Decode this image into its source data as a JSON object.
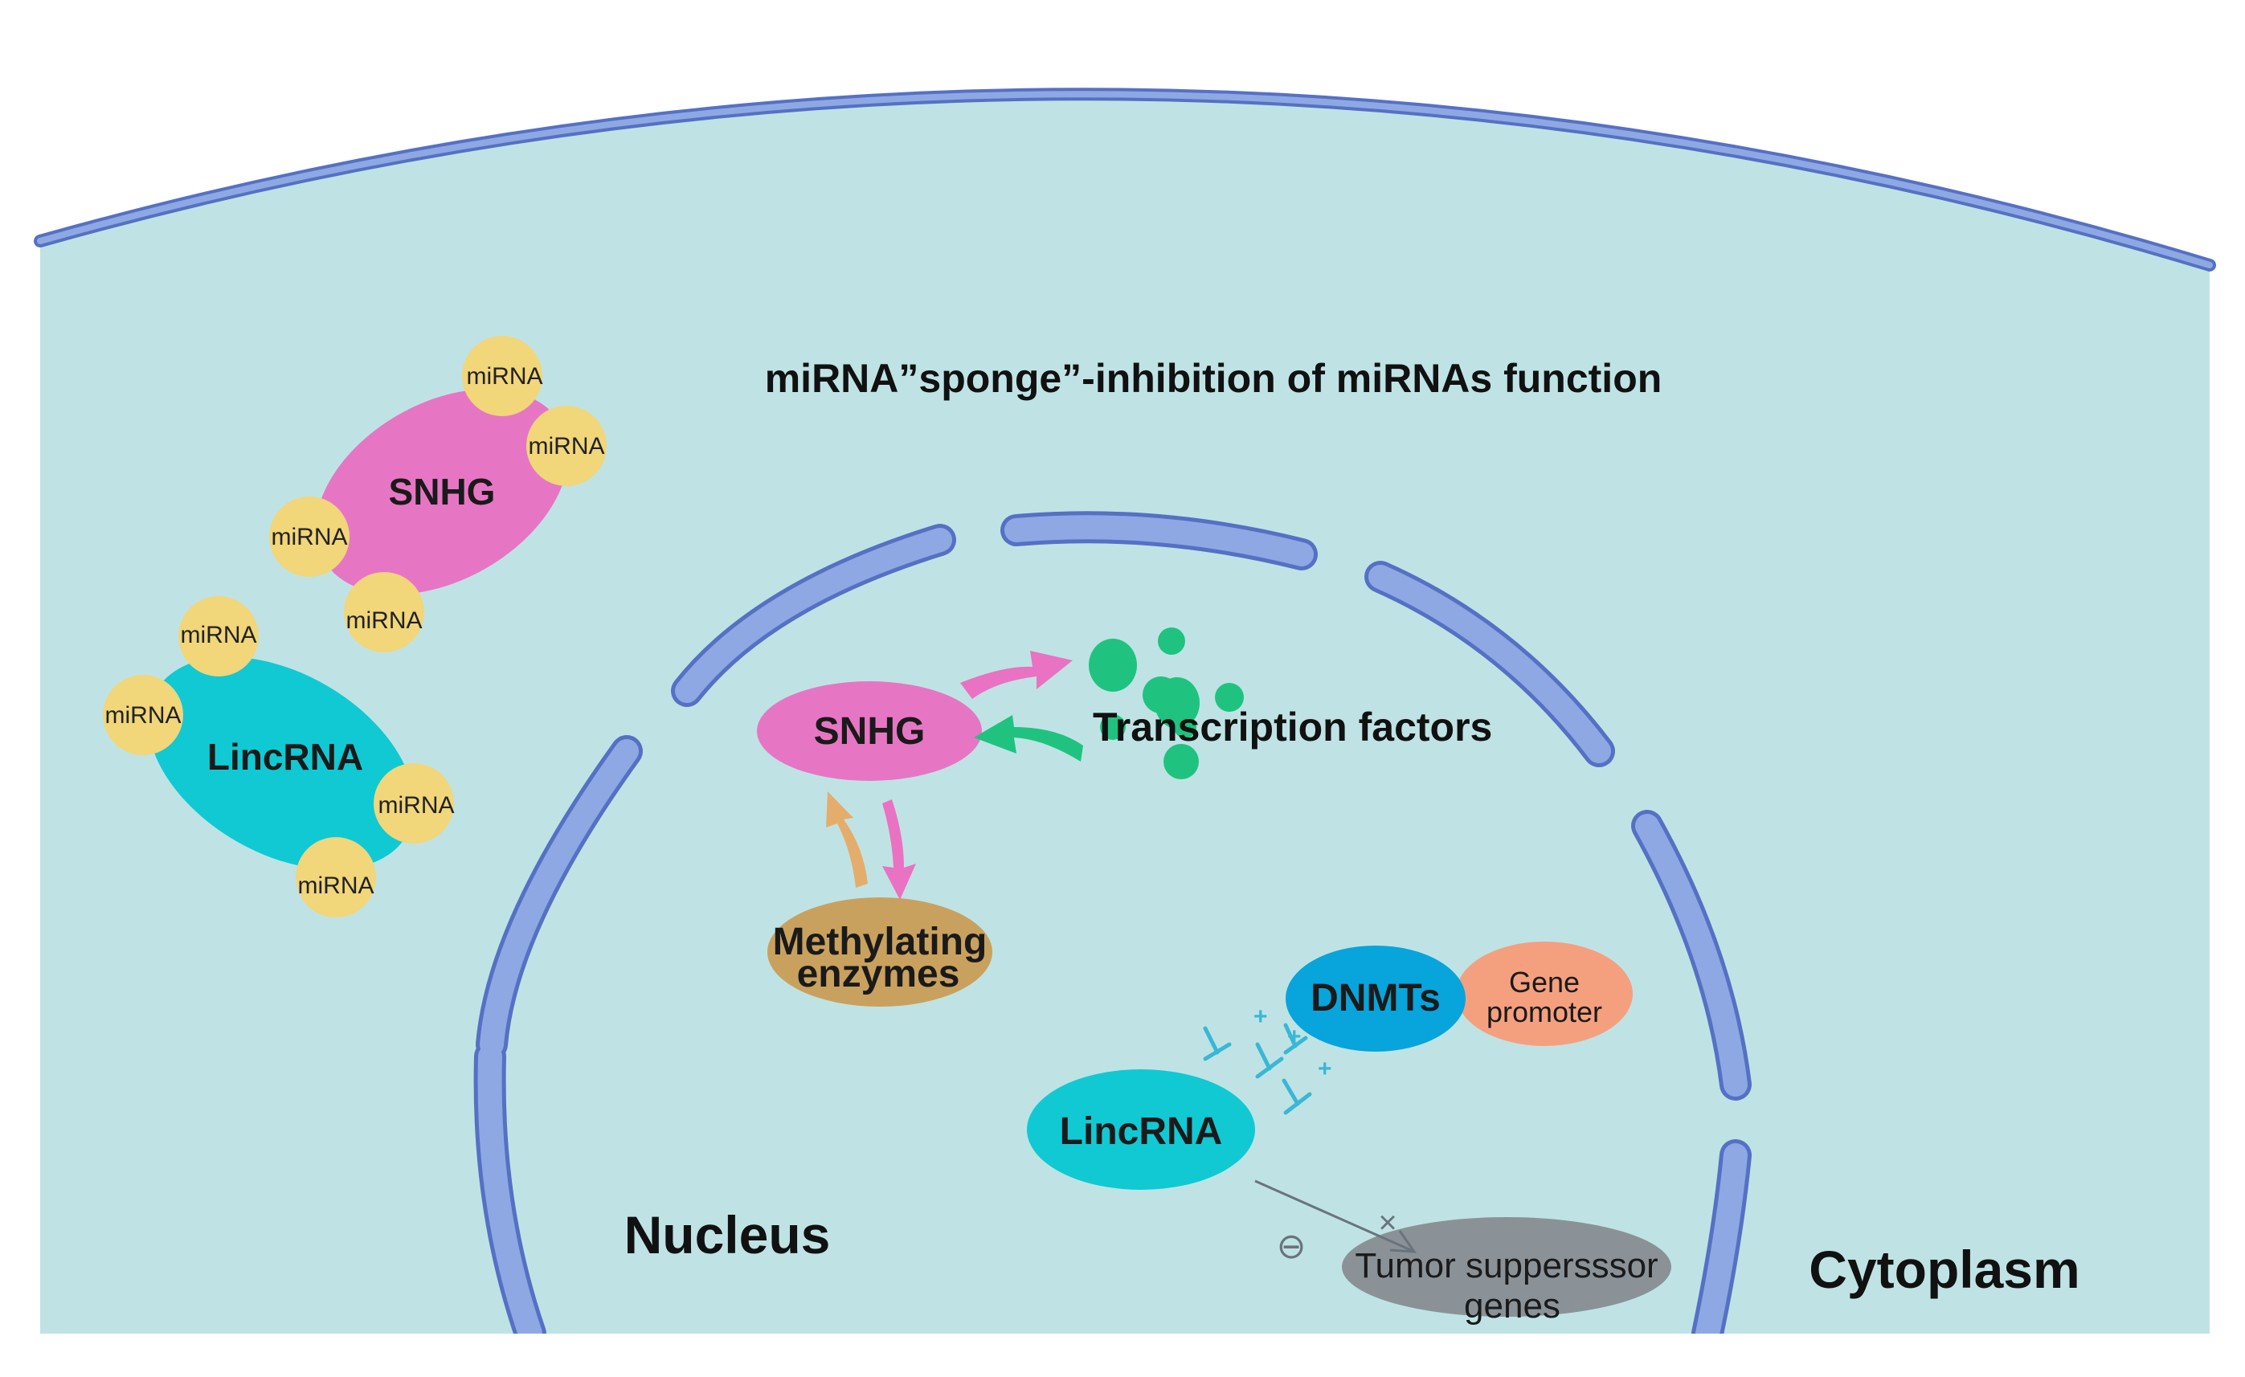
{
  "title": "miRNA”sponge”-inhibition of miRNAs function",
  "labels": {
    "nucleus": "Nucleus",
    "cytoplasm": "Cytoplasm"
  },
  "sponges": {
    "snhg": {
      "name": "SNHG",
      "mirnas": [
        "miRNA",
        "miRNA",
        "miRNA",
        "miRNA"
      ]
    },
    "lincrna": {
      "name": "LincRNA",
      "mirnas": [
        "miRNA",
        "miRNA",
        "miRNA",
        "miRNA"
      ]
    }
  },
  "nuclear": {
    "snhg": "SNHG",
    "transcription_factors": "Transcription factors",
    "methylating_line1": "Methylating",
    "methylating_line2": "enzymes",
    "dnmts": "DNMTs",
    "gene_line1": "Gene",
    "gene_line2": "promoter",
    "lincrna": "LincRNA",
    "tumor_line1": "Tumor suppersssor",
    "tumor_line2": "genes",
    "inhibit_symbol": "⊖",
    "block_symbol": "×",
    "plus_symbol": "+"
  },
  "colors": {
    "background": "#bfe3e4",
    "membrane": "#8ea8e4",
    "membrane_stroke": "#5670c4",
    "snhg": "#e676c4",
    "lincrna": "#10c9d3",
    "mirna": "#f1d67a",
    "tf": "#1fc37f",
    "methylating": "#c9a15e",
    "dnmts": "#08a4dc",
    "gene_promoter": "#f4a07f",
    "tumor": "#8a9298"
  }
}
